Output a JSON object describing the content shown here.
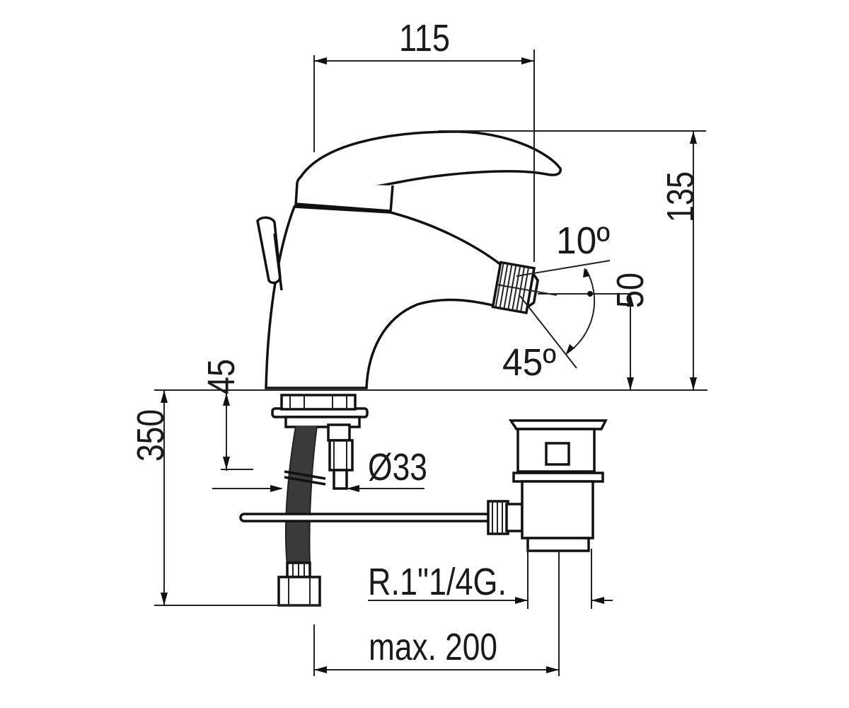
{
  "dimensions": {
    "spout_reach": "115",
    "height": "135",
    "spout_height": "50",
    "angle_up": "10º",
    "angle_down": "45º",
    "base_depth": "45",
    "max_length": "350",
    "hole_diameter": "Ø33",
    "waste_thread": "R.1\"1/4G.",
    "max_distance": "max. 200"
  },
  "colors": {
    "line": "#111111",
    "background": "#ffffff"
  }
}
